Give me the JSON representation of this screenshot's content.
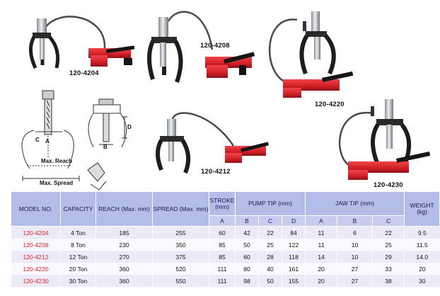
{
  "products": [
    {
      "code": "120-4204"
    },
    {
      "code": "120-4208"
    },
    {
      "code": "120-4212"
    },
    {
      "code": "120-4220"
    },
    {
      "code": "120-4230"
    }
  ],
  "diagram": {
    "labels": {
      "a": "A",
      "b": "B",
      "c": "C",
      "d": "D",
      "max_reach": "Max. Reach",
      "max_spread": "Max. Spread"
    }
  },
  "table": {
    "headers": {
      "model": "MODEL NO.",
      "capacity": "CAPACITY",
      "reach": "REACH (Max. mm)",
      "spread": "SPREAD (Max. mm)",
      "stroke": "STROKE (mm)",
      "pump_tip": "PUMP TIP (mm)",
      "jaw_tip": "JAW TIP (mm)",
      "weight": "WEIGHT (kg)"
    },
    "subheaders": {
      "stroke": "A",
      "pump_b": "B",
      "pump_c": "C",
      "pump_d": "D",
      "jaw_a": "A",
      "jaw_b": "B",
      "jaw_c": "C"
    },
    "rows": [
      {
        "model": "120-4204",
        "capacity": "4 Ton",
        "reach": "185",
        "spread": "255",
        "stroke": "60",
        "pb": "42",
        "pc": "22",
        "pd": "84",
        "ja": "11",
        "jb": "6",
        "jc": "22",
        "weight": "9.5"
      },
      {
        "model": "120-4208",
        "capacity": "8 Ton",
        "reach": "230",
        "spread": "350",
        "stroke": "85",
        "pb": "50",
        "pc": "25",
        "pd": "122",
        "ja": "11",
        "jb": "10",
        "jc": "25",
        "weight": "11.5"
      },
      {
        "model": "120-4212",
        "capacity": "12 Ton",
        "reach": "270",
        "spread": "375",
        "stroke": "85",
        "pb": "60",
        "pc": "28",
        "pd": "118",
        "ja": "14",
        "jb": "10",
        "jc": "29",
        "weight": "14.0"
      },
      {
        "model": "120-4220",
        "capacity": "20 Ton",
        "reach": "360",
        "spread": "520",
        "stroke": "111",
        "pb": "80",
        "pc": "40",
        "pd": "161",
        "ja": "20",
        "jb": "27",
        "jc": "33",
        "weight": "20"
      },
      {
        "model": "120-4230",
        "capacity": "30 Ton",
        "reach": "360",
        "spread": "550",
        "stroke": "111",
        "pb": "98",
        "pc": "50",
        "pd": "155",
        "ja": "20",
        "jb": "27",
        "jc": "38",
        "weight": "30"
      }
    ]
  },
  "colors": {
    "pump_red": "#d8232a",
    "puller_black": "#1d1d1d",
    "header_blue": "#b3bde8",
    "model_red": "#e2232a"
  }
}
